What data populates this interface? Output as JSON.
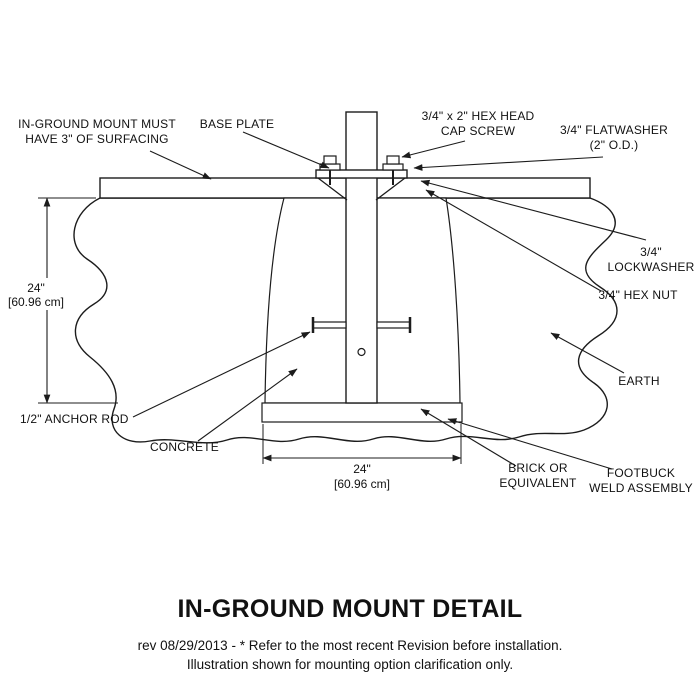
{
  "colors": {
    "line": "#1c1c1c",
    "background": "#ffffff"
  },
  "title": "IN-GROUND MOUNT DETAIL",
  "footer": {
    "line1": "rev 08/29/2013 - * Refer to the most recent Revision before installation.",
    "line2": "Illustration shown for mounting option clarification only."
  },
  "labels": {
    "surfacing_line1": "IN-GROUND MOUNT MUST",
    "surfacing_line2": "HAVE 3\" OF SURFACING",
    "base_plate": "BASE PLATE",
    "cap_screw_line1": "3/4\" x 2\" HEX HEAD",
    "cap_screw_line2": "CAP SCREW",
    "flatwasher_line1": "3/4\" FLATWASHER",
    "flatwasher_line2": "(2\" O.D.)",
    "lockwasher_line1": "3/4\"",
    "lockwasher_line2": "LOCKWASHER",
    "hex_nut": "3/4\" HEX NUT",
    "earth": "EARTH",
    "anchor_rod": "1/2\" ANCHOR ROD",
    "concrete": "CONCRETE",
    "brick_line1": "BRICK OR",
    "brick_line2": "EQUIVALENT",
    "footbuck_line1": "FOOTBUCK",
    "footbuck_line2": "WELD ASSEMBLY"
  },
  "dimensions": {
    "depth_in": "24\"",
    "depth_cm": "[60.96 cm]",
    "width_in": "24\"",
    "width_cm": "[60.96 cm]"
  }
}
